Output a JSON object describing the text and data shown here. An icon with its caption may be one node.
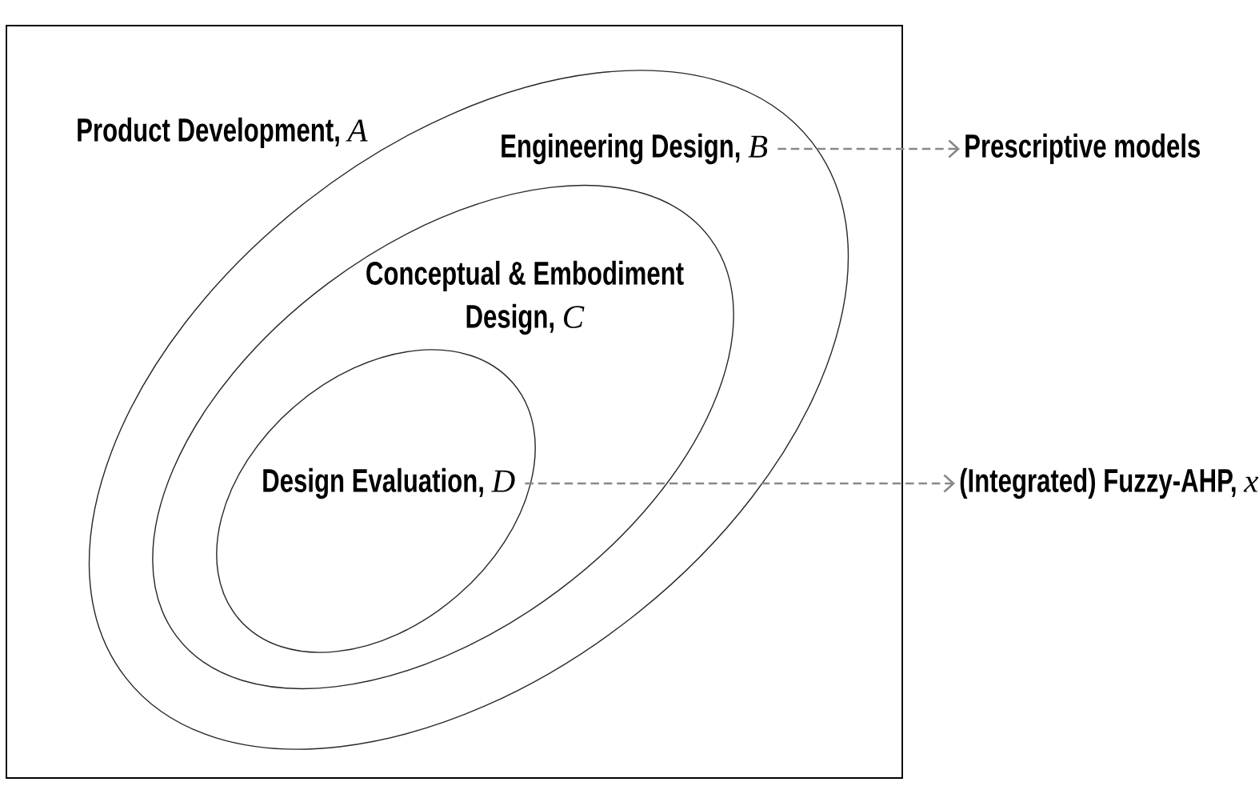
{
  "diagram": {
    "nodes": [
      {
        "text": [
          "Product Development, *A*"
        ]
      },
      {
        "text": [
          "Engineering Design, *B*"
        ],
        "in": 0
      },
      {
        "text": [
          "Conceptual & Embodiment Design, *C*"
        ],
        "in": 1
      },
      {
        "text": [
          "Design Evaluation, *D*"
        ],
        "in": 2
      },
      {
        "text": [
          "Prescriptive models"
        ]
      },
      {
        "text": [
          "(Integrated) Fuzzy-AHP, *x*"
        ]
      }
    ],
    "edges": [
      {
        "from": 1,
        "to": 4,
        "arrow": "to",
        "style": "dashed"
      },
      {
        "from": 3,
        "to": 5,
        "arrow": "to",
        "style": "dashed"
      }
    ]
  }
}
